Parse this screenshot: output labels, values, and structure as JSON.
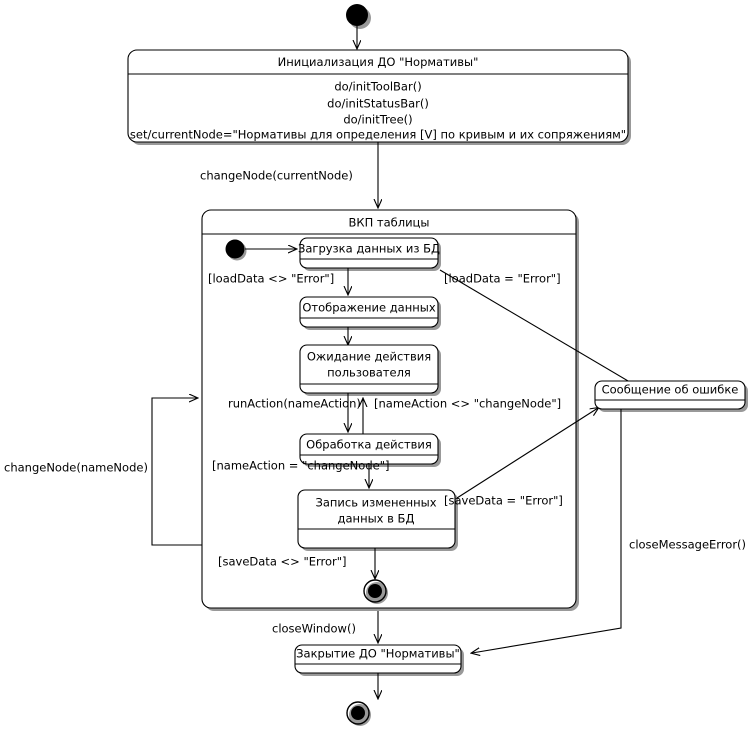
{
  "diagram": {
    "title_text": "",
    "type": "uml-state-machine",
    "colors": {
      "stroke": "#000000",
      "fill": "#ffffff",
      "shadow": "#999999"
    }
  },
  "states": {
    "init": {
      "name": "Инициализация ДО \"Нормативы\"",
      "actions": [
        "do/initToolBar()",
        "do/initStatusBar()",
        "do/initTree()",
        "set/currentNode=\"Нормативы для определения [V] по кривым и их сопряжениям\""
      ]
    },
    "composite": {
      "name": "ВКП таблицы"
    },
    "load_data": {
      "name": "Загрузка данных из БД"
    },
    "show_data": {
      "name": "Отображение данных"
    },
    "wait_user": {
      "name_line1": "Ожидание действия",
      "name_line2": "пользователя"
    },
    "process_action": {
      "name": "Обработка действия"
    },
    "save_data": {
      "name_line1": "Запись измененных",
      "name_line2": "данных в БД"
    },
    "error_message": {
      "name": "Сообщение об ошибке"
    },
    "close": {
      "name": "Закрытие ДО \"Нормативы\""
    }
  },
  "pseudostates": {
    "initial_top": "initial-node",
    "initial_inner": "initial-node",
    "final_inner": "final-node",
    "final_bottom": "final-node"
  },
  "transitions": {
    "change_node_current": "changeNode(currentNode)",
    "load_ok": "[loadData <> \"Error\"]",
    "load_error": "[loadData = \"Error\"]",
    "run_action": "runAction(nameAction)",
    "name_action_other": "[nameAction <> \"changeNode\"]",
    "name_action_change": "[nameAction = \"changeNode\"]",
    "save_error": "[saveData = \"Error\"]",
    "save_ok": "[saveData <> \"Error\"]",
    "change_node_name": "changeNode(nameNode)",
    "close_window": "closeWindow()",
    "close_message_error": "closeMessageError()"
  }
}
